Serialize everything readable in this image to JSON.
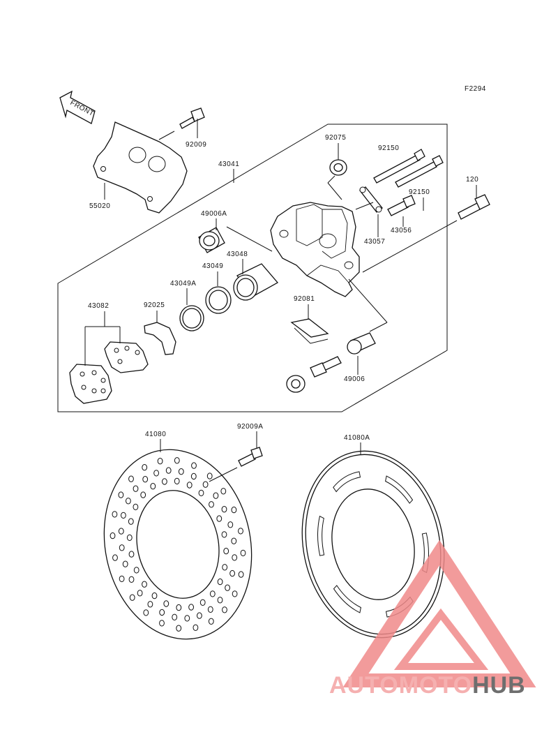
{
  "figure_code": "F2294",
  "front_arrow_text": "FRONT",
  "part_labels": {
    "p92009": "92009",
    "p55020": "55020",
    "p43041": "43041",
    "p92075": "92075",
    "p92150a": "92150",
    "p92150b": "92150",
    "p120": "120",
    "p49006A": "49006A",
    "p43048": "43048",
    "p43049": "43049",
    "p43049A": "43049A",
    "p43056": "43056",
    "p43057": "43057",
    "p43082": "43082",
    "p92025": "92025",
    "p92081": "92081",
    "p49006": "49006",
    "p41080": "41080",
    "p92009A": "92009A",
    "p41080A": "41080A"
  },
  "watermark": {
    "part1": "AUTOMOTO",
    "part2": "HUB",
    "color_main": "#f4a3a3",
    "color_dark": "#555555",
    "triangle_color": "#f08a8a"
  }
}
